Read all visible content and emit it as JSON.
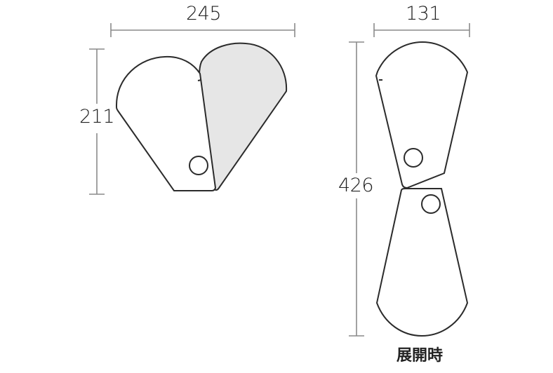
{
  "diagram": {
    "folded": {
      "width_label": "245",
      "height_label": "211"
    },
    "unfolded": {
      "width_label": "131",
      "height_label": "426",
      "caption": "展開時"
    },
    "colors": {
      "outline": "#2b2b2b",
      "dimension_line": "#8a8a8a",
      "back_panel_fill": "#e6e6e6",
      "front_panel_fill": "#ffffff"
    }
  }
}
